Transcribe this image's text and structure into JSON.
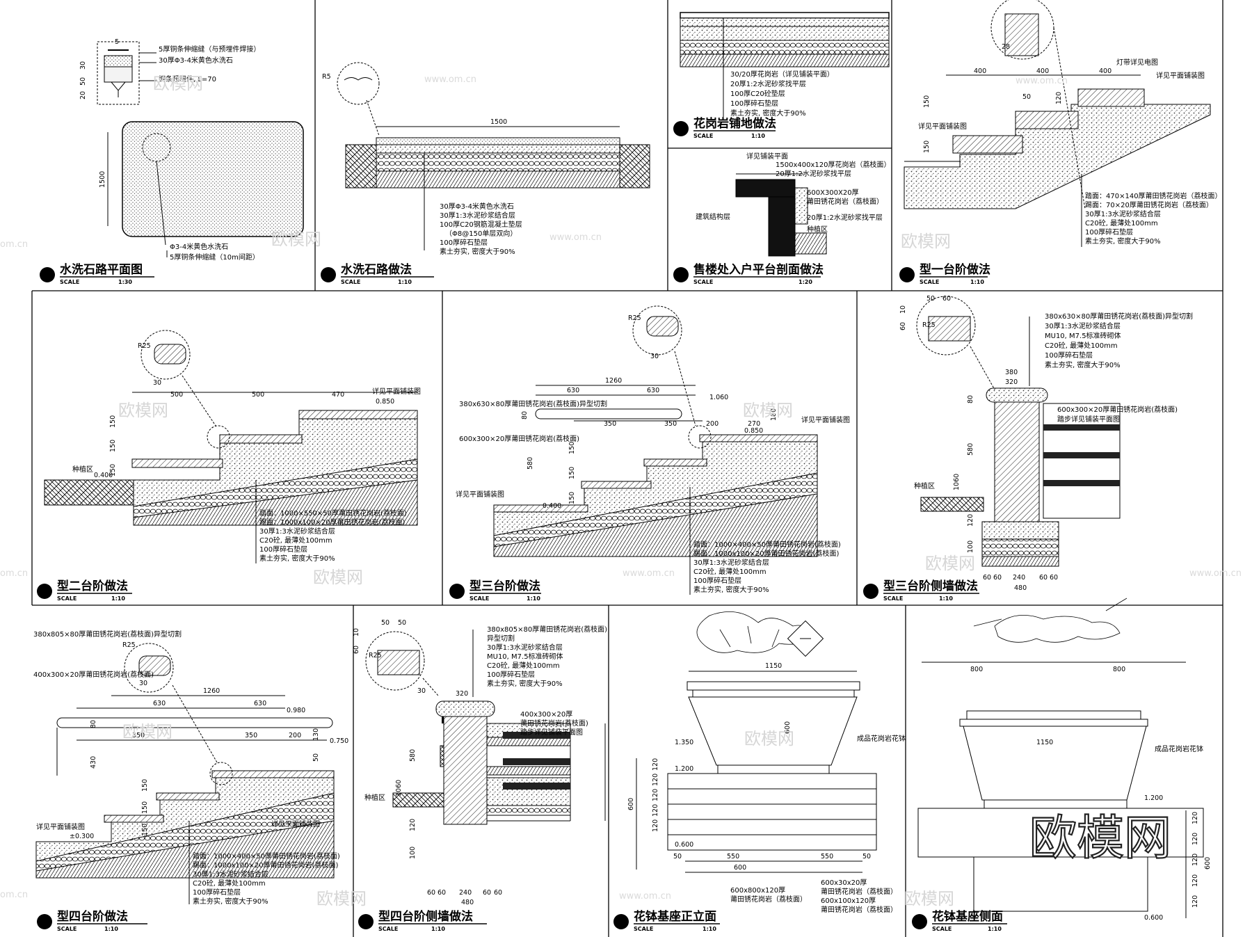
{
  "panels": [
    {
      "id": "p1",
      "title": "水洗石路平面图",
      "scale_label": "SCALE",
      "scale": "1:30",
      "dims": [
        "5",
        "30",
        "50",
        "20",
        "1500"
      ],
      "notes": [
        "5厚铜条伸缩缝（与预埋件焊接）",
        "30厚Φ3-4米黄色水洗石",
        "铜条预埋件, L=70",
        "Φ3-4米黄色水洗石",
        "5厚铜条伸缩缝（10m间距）"
      ]
    },
    {
      "id": "p2",
      "title": "水洗石路做法",
      "scale_label": "SCALE",
      "scale": "1:10",
      "dims": [
        "R5",
        "1500"
      ],
      "notes": [
        "30厚Φ3-4米黄色水洗石",
        "30厚1:3水泥砂浆结合层",
        "100厚C20钢筋混凝土垫层",
        "（Φ8@150单层双向）",
        "100厚碎石垫层",
        "素土夯实, 密度大于90%"
      ]
    },
    {
      "id": "p3",
      "title": "花岗岩铺地做法",
      "scale_label": "SCALE",
      "scale": "1:10",
      "notes": [
        "30/20厚花岗岩（详见铺装平面）",
        "20厚1:2水泥砂浆找平层",
        "100厚C20砼垫层",
        "100厚碎石垫层",
        "素土夯实, 密度大于90%"
      ]
    },
    {
      "id": "p4",
      "title": "售楼处入户平台剖面做法",
      "scale_label": "SCALE",
      "scale": "1:20",
      "notes": [
        "详见铺装平面",
        "1500x400x120厚花岗岩（荔枝面）",
        "20厚1:2水泥砂浆找平层",
        "600X300X20厚",
        "莆田锈花岗岩（荔枝面）",
        "建筑结构层",
        "20厚1:2水泥砂浆找平层",
        "种植区"
      ]
    },
    {
      "id": "p5",
      "title": "型一台阶做法",
      "scale_label": "SCALE",
      "scale": "1:10",
      "dims": [
        "28",
        "400",
        "400",
        "400",
        "50",
        "150",
        "150",
        "120"
      ],
      "notes": [
        "灯带详见电图",
        "详见平面铺装图",
        "详见平面铺装图",
        "踏面：470×140厚莆田锈花岗岩（荔枝面）",
        "踢面：70×20厚莆田锈花岗岩（荔枝面）",
        "30厚1:3水泥砂浆结合层",
        "C20砼, 最薄处100mm",
        "100厚碎石垫层",
        "素土夯实, 密度大于90%"
      ]
    },
    {
      "id": "p6",
      "title": "型二台阶做法",
      "scale_label": "SCALE",
      "scale": "1:10",
      "dims": [
        "R25",
        "30",
        "500",
        "500",
        "470",
        "150",
        "150",
        "150"
      ],
      "levels": [
        "0.850",
        "0.400"
      ],
      "notes": [
        "详见平面铺装图",
        "种植区",
        "踏面：1000×550×50厚莆田锈花岗岩(荔枝面)",
        "踢面：1000x100×20厚莆田锈花岗岩(荔枝面)",
        "30厚1:3水泥砂浆结合层",
        "C20砼, 最薄处100mm",
        "100厚碎石垫层",
        "素土夯实, 密度大于90%"
      ]
    },
    {
      "id": "p7",
      "title": "型三台阶做法",
      "scale_label": "SCALE",
      "scale": "1:10",
      "dims": [
        "R25",
        "30",
        "1260",
        "630",
        "630",
        "350",
        "350",
        "200",
        "270",
        "80",
        "180",
        "580",
        "150",
        "150",
        "150"
      ],
      "levels": [
        "1.060",
        "0.850",
        "0.400"
      ],
      "notes": [
        "380x630×80厚莆田锈花岗岩(荔枝面)异型切割",
        "600x300×20厚莆田锈花岗岩(荔枝面)",
        "详见平面铺装图",
        "详见平面铺装图",
        "踏面：1000×400×50厚莆田锈花岗岩(荔枝面)",
        "踢面：1000x100×20厚莆田锈花岗岩(荔枝面)",
        "30厚1:3水泥砂浆结合层",
        "C20砼, 最薄处100mm",
        "100厚碎石垫层",
        "素土夯实, 密度大于90%"
      ]
    },
    {
      "id": "p8",
      "title": "型三台阶侧墙做法",
      "scale_label": "SCALE",
      "scale": "1:10",
      "dims": [
        "50",
        "60",
        "10",
        "60",
        "R25",
        "380",
        "320",
        "80",
        "580",
        "1060",
        "120",
        "100",
        "60",
        "60",
        "240",
        "60",
        "60",
        "480"
      ],
      "notes": [
        "380x630×80厚莆田锈花岗岩(荔枝面)异型切割",
        "30厚1:3水泥砂浆结合层",
        "MU10, M7.5标准砖砌体",
        "C20砼, 最薄处100mm",
        "100厚碎石垫层",
        "素土夯实, 密度大于90%",
        "600x300×20厚莆田锈花岗岩(荔枝面)",
        "踏步详见铺装平面图",
        "种植区"
      ]
    },
    {
      "id": "p9",
      "title": "型四台阶做法",
      "scale_label": "SCALE",
      "scale": "1:10",
      "dims": [
        "R25",
        "30",
        "1260",
        "630",
        "630",
        "350",
        "350",
        "200",
        "80",
        "430",
        "150",
        "150",
        "150",
        "130",
        "50"
      ],
      "levels": [
        "0.980",
        "0.750",
        "±0.300"
      ],
      "notes": [
        "380x805×80厚莆田锈花岗岩(荔枝面)异型切割",
        "400x300×20厚莆田锈花岗岩(荔枝面)",
        "详见平面铺装图",
        "详见平面铺装图",
        "踏面：1000×400×50厚莆田锈花岗岩(荔枝面)",
        "踢面：1000x100×20厚莆田锈花岗岩(荔枝面)",
        "30厚1:3水泥砂浆结合层",
        "C20砼, 最薄处100mm",
        "100厚碎石垫层",
        "素土夯实, 密度大于90%"
      ]
    },
    {
      "id": "p10",
      "title": "型四台阶侧墙做法",
      "scale_label": "SCALE",
      "scale": "1:10",
      "dims": [
        "50",
        "50",
        "10",
        "60",
        "R25",
        "30",
        "320",
        "580",
        "1060",
        "120",
        "100",
        "60",
        "60",
        "240",
        "60",
        "60",
        "480"
      ],
      "notes": [
        "380x805×80厚莆田锈花岗岩(荔枝面)",
        "异型切割",
        "30厚1:3水泥砂浆结合层",
        "MU10, M7.5标准砖砌体",
        "C20砼, 最薄处100mm",
        "100厚碎石垫层",
        "素土夯实, 密度大于90%",
        "400x300×20厚",
        "莆田锈花岗岩(荔枝面)",
        "踏步详见铺装平面图",
        "种植区"
      ]
    },
    {
      "id": "p11",
      "title": "花钵基座正立面",
      "scale_label": "SCALE",
      "scale": "1:10",
      "dims": [
        "1150",
        "600",
        "120",
        "120",
        "120",
        "120",
        "120",
        "600",
        "50",
        "550",
        "600",
        "550",
        "50"
      ],
      "levels": [
        "1.350",
        "1.200",
        "0.600"
      ],
      "notes": [
        "成品花岗岩花钵",
        "600x800x120厚",
        "莆田锈花岗岩（荔枝面）",
        "600x30x20厚",
        "莆田锈花岗岩（荔枝面）",
        "600x100x120厚",
        "莆田锈花岗岩（荔枝面）"
      ]
    },
    {
      "id": "p12",
      "title": "花钵基座侧面",
      "scale_label": "SCALE",
      "scale": "1:10",
      "dims": [
        "800",
        "800",
        "1150",
        "600",
        "120",
        "120",
        "120",
        "120",
        "120"
      ],
      "levels": [
        "1.200",
        "0.600"
      ],
      "notes": [
        "成品花岗岩花钵"
      ]
    }
  ],
  "watermarks": {
    "url": "www.om.cn",
    "brand": "欧模网",
    "url_short": "om.cn"
  }
}
